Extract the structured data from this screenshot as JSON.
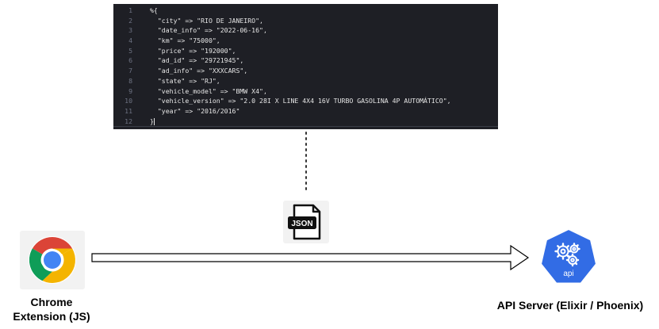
{
  "code_snippet": {
    "lines": [
      {
        "num": "1",
        "text": "%{"
      },
      {
        "num": "2",
        "text": "  \"city\" => \"RIO DE JANEIRO\","
      },
      {
        "num": "3",
        "text": "  \"date_info\" => \"2022-06-16\","
      },
      {
        "num": "4",
        "text": "  \"km\" => \"75000\","
      },
      {
        "num": "5",
        "text": "  \"price\" => \"192000\","
      },
      {
        "num": "6",
        "text": "  \"ad_id\" => \"29721945\","
      },
      {
        "num": "7",
        "text": "  \"ad_info\" => \"XXXCARS\","
      },
      {
        "num": "8",
        "text": "  \"state\" => \"RJ\","
      },
      {
        "num": "9",
        "text": "  \"vehicle_model\" => \"BMW X4\","
      },
      {
        "num": "10",
        "text": "  \"vehicle_version\" => \"2.0 28I X LINE 4X4 16V TURBO GASOLINA 4P AUTOMÁTICO\","
      },
      {
        "num": "11",
        "text": "  \"year\" => \"2016/2016\""
      },
      {
        "num": "12",
        "text": "}"
      }
    ]
  },
  "payload_icon": {
    "icon": "json-file-icon",
    "label": "JSON"
  },
  "client": {
    "icon": "chrome-icon",
    "label_line1": "Chrome",
    "label_line2": "Extension (JS)"
  },
  "server": {
    "icon": "kubernetes-api-icon",
    "icon_text": "api",
    "label": "API Server (Elixir / Phoenix)"
  },
  "colors": {
    "code_bg": "#1e1f25",
    "code_text": "#e6e6e6",
    "line_number": "#6e7383",
    "api_blue": "#326ce5",
    "box_gray": "#f2f2f2"
  }
}
